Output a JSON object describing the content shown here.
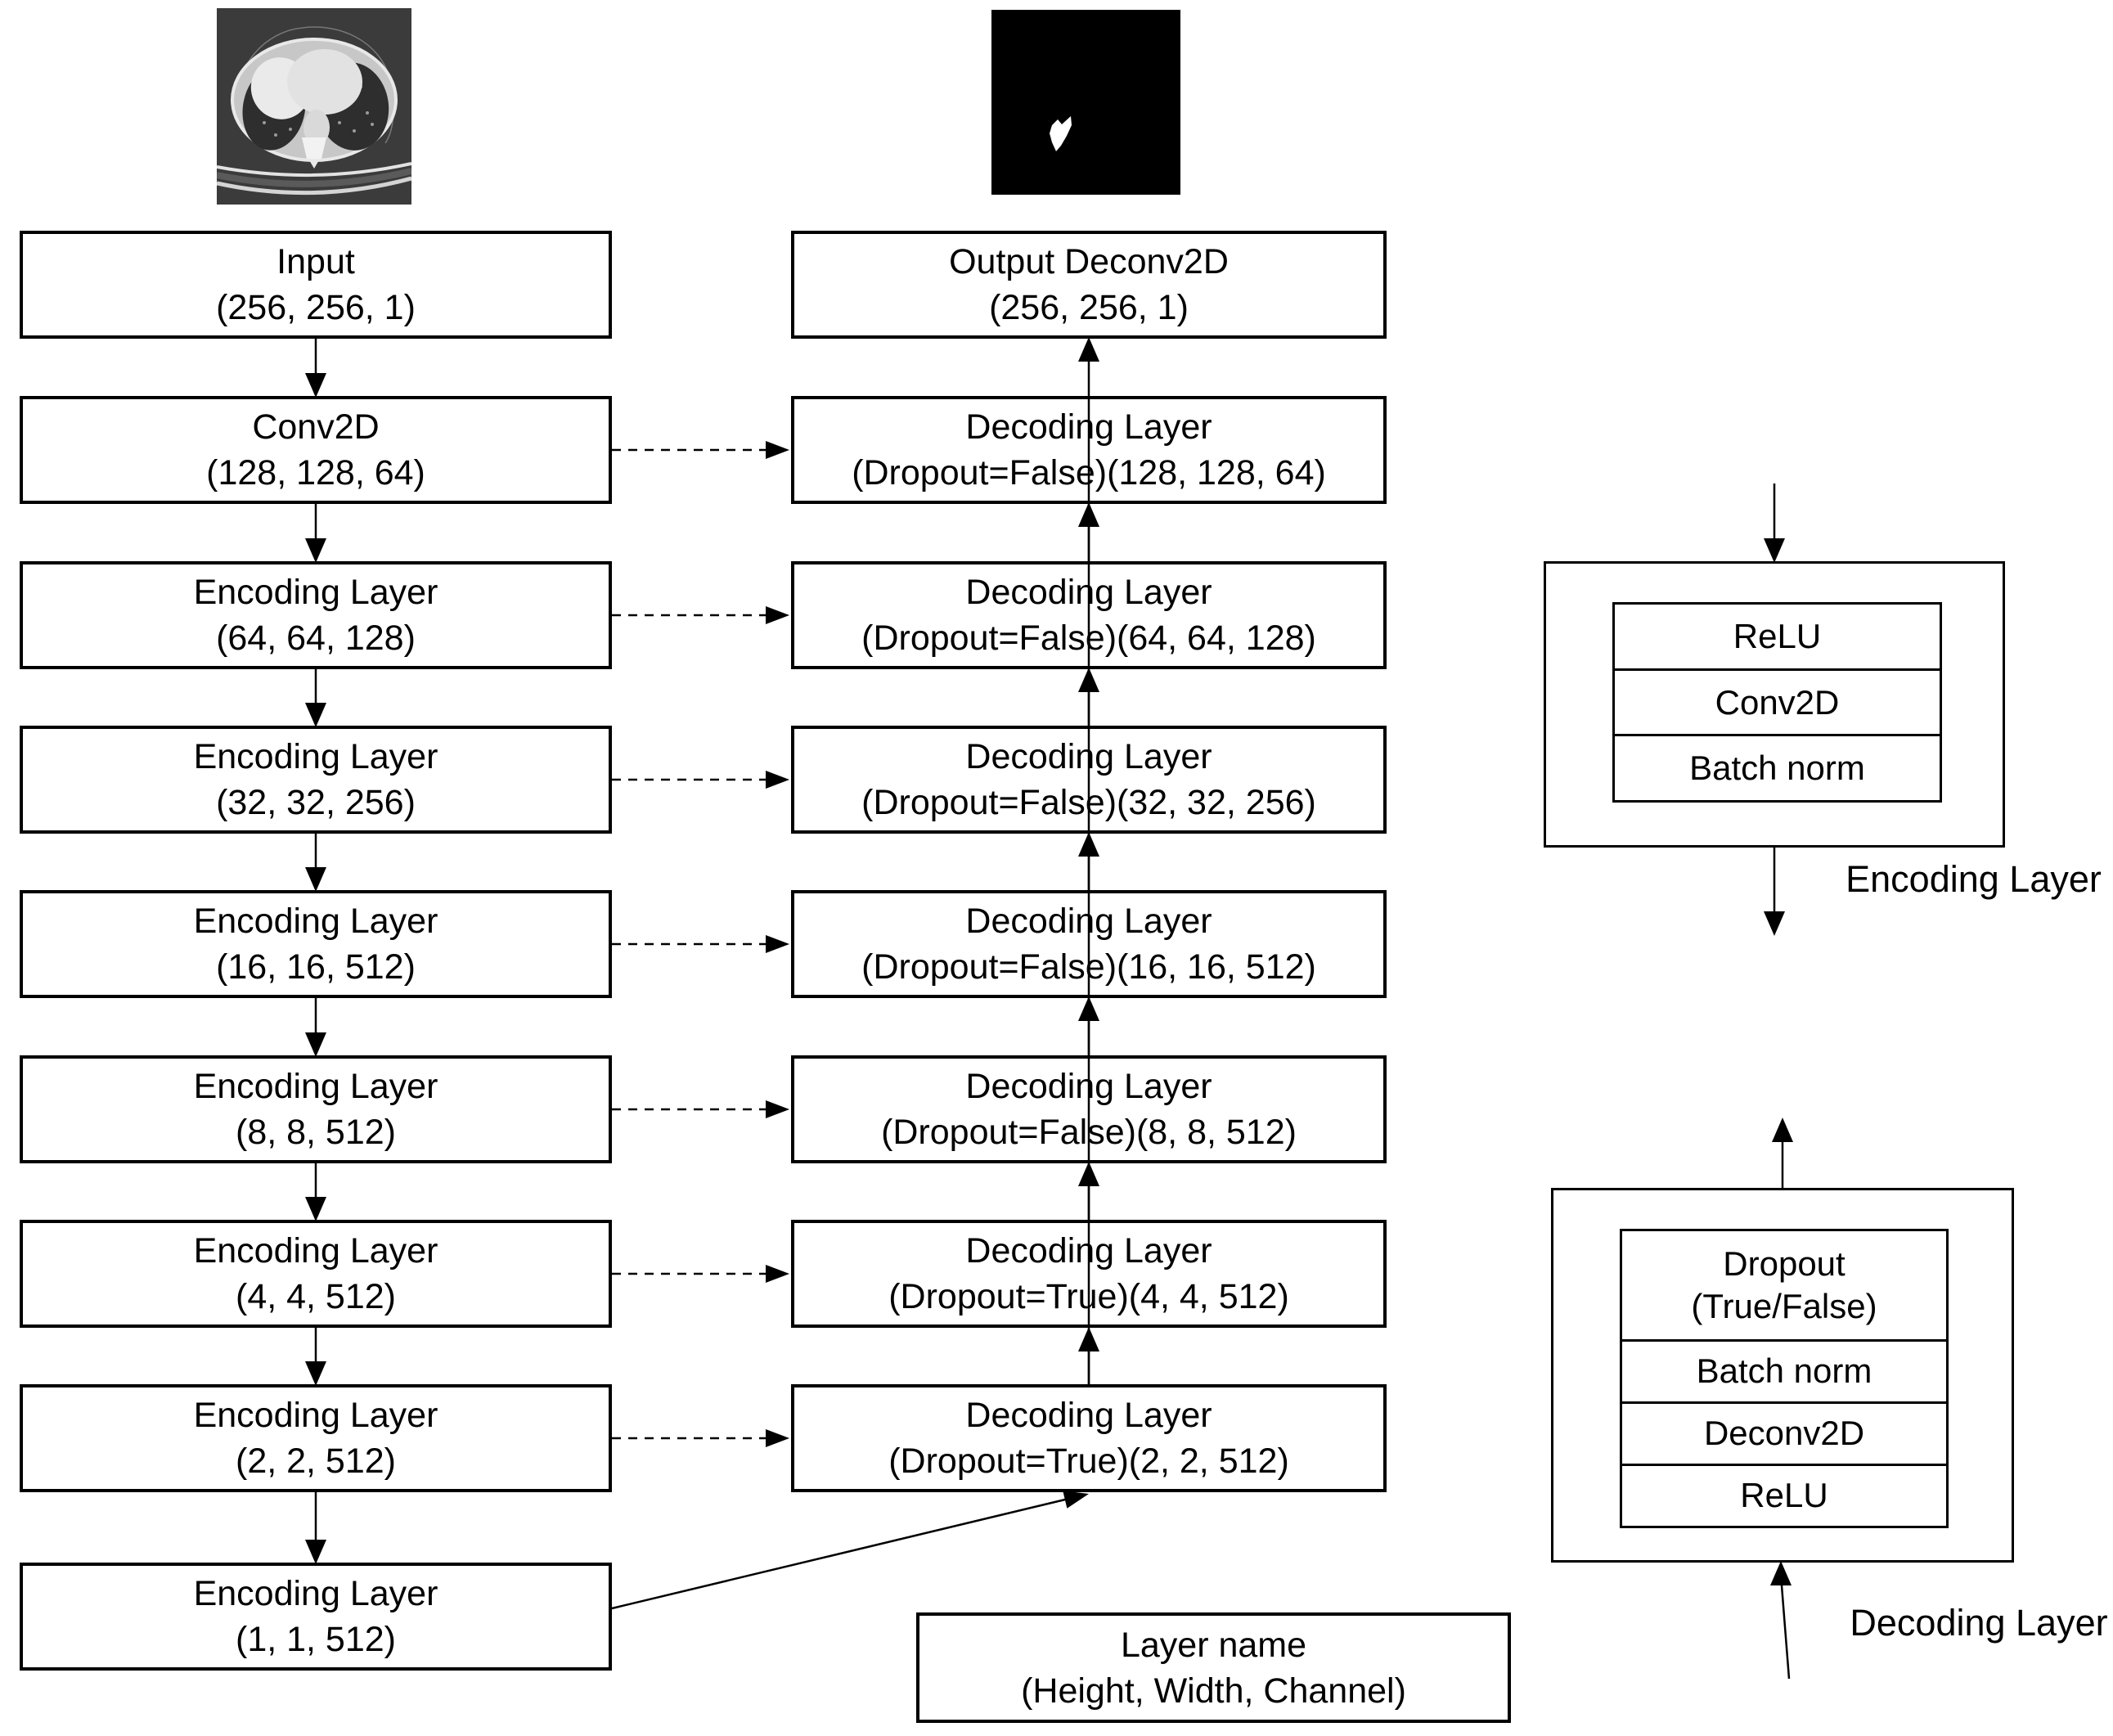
{
  "encoder": [
    {
      "title": "Input",
      "shape": "(256, 256, 1)"
    },
    {
      "title": "Conv2D",
      "shape": "(128, 128, 64)"
    },
    {
      "title": "Encoding Layer",
      "shape": "(64, 64, 128)"
    },
    {
      "title": "Encoding Layer",
      "shape": "(32, 32, 256)"
    },
    {
      "title": "Encoding Layer",
      "shape": "(16, 16, 512)"
    },
    {
      "title": "Encoding Layer",
      "shape": "(8, 8, 512)"
    },
    {
      "title": "Encoding Layer",
      "shape": "(4, 4, 512)"
    },
    {
      "title": "Encoding Layer",
      "shape": "(2, 2, 512)"
    },
    {
      "title": "Encoding Layer",
      "shape": "(1, 1, 512)"
    }
  ],
  "decoder": [
    {
      "title": "Output Deconv2D",
      "shape": "(256, 256, 1)"
    },
    {
      "title": "Decoding Layer",
      "shape": "(Dropout=False)(128, 128, 64)"
    },
    {
      "title": "Decoding Layer",
      "shape": "(Dropout=False)(64, 64, 128)"
    },
    {
      "title": "Decoding Layer",
      "shape": "(Dropout=False)(32, 32, 256)"
    },
    {
      "title": "Decoding Layer",
      "shape": "(Dropout=False)(16, 16, 512)"
    },
    {
      "title": "Decoding Layer",
      "shape": "(Dropout=False)(8, 8, 512)"
    },
    {
      "title": "Decoding Layer",
      "shape": "(Dropout=True)(4, 4, 512)"
    },
    {
      "title": "Decoding Layer",
      "shape": "(Dropout=True)(2, 2, 512)"
    }
  ],
  "legend": {
    "title": "Layer name",
    "subtitle": "(Height, Width, Channel)"
  },
  "encoding_detail": {
    "label": "Encoding Layer",
    "steps": [
      "ReLU",
      "Conv2D",
      "Batch norm"
    ]
  },
  "decoding_detail": {
    "label": "Decoding Layer",
    "steps": [
      [
        "Dropout",
        "(True/False)"
      ],
      [
        "Batch norm"
      ],
      [
        "Deconv2D"
      ],
      [
        "ReLU"
      ]
    ]
  },
  "colors": {
    "stroke": "#000000",
    "background": "#ffffff",
    "ct_background": "#3b3b3b",
    "mask_background": "#000000",
    "mask_foreground": "#ffffff"
  }
}
